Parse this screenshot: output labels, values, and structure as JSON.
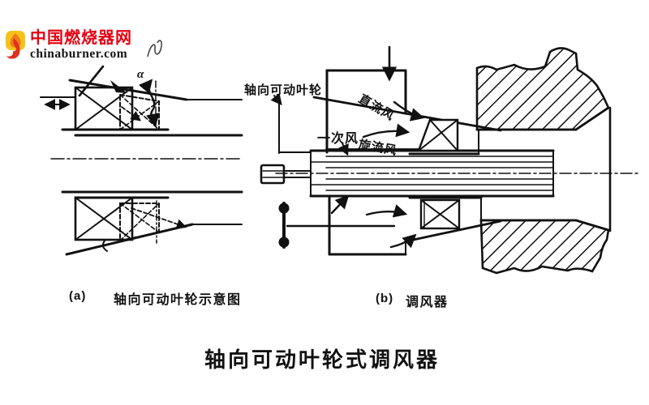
{
  "logo": {
    "site_name": "中国燃烧器网",
    "site_url": "chinaburner.com"
  },
  "figure": {
    "labels": {
      "movable_vane": "轴向可动叶轮",
      "straight_air": "直流风",
      "primary_air": "一次风",
      "swirl_air": "旋流风",
      "alpha": "α"
    },
    "caption_a_tag": "(a)",
    "caption_a": "轴向可动叶轮示意图",
    "caption_b_tag": "(b)",
    "caption_b": "调风器",
    "title": "轴向可动叶轮式调风器"
  },
  "colors": {
    "ink": "#111111",
    "logo_red": "#e60012",
    "flame_yellow": "#f6c21a",
    "flame_orange": "#ef7c1a",
    "flame_red": "#e0301e"
  }
}
